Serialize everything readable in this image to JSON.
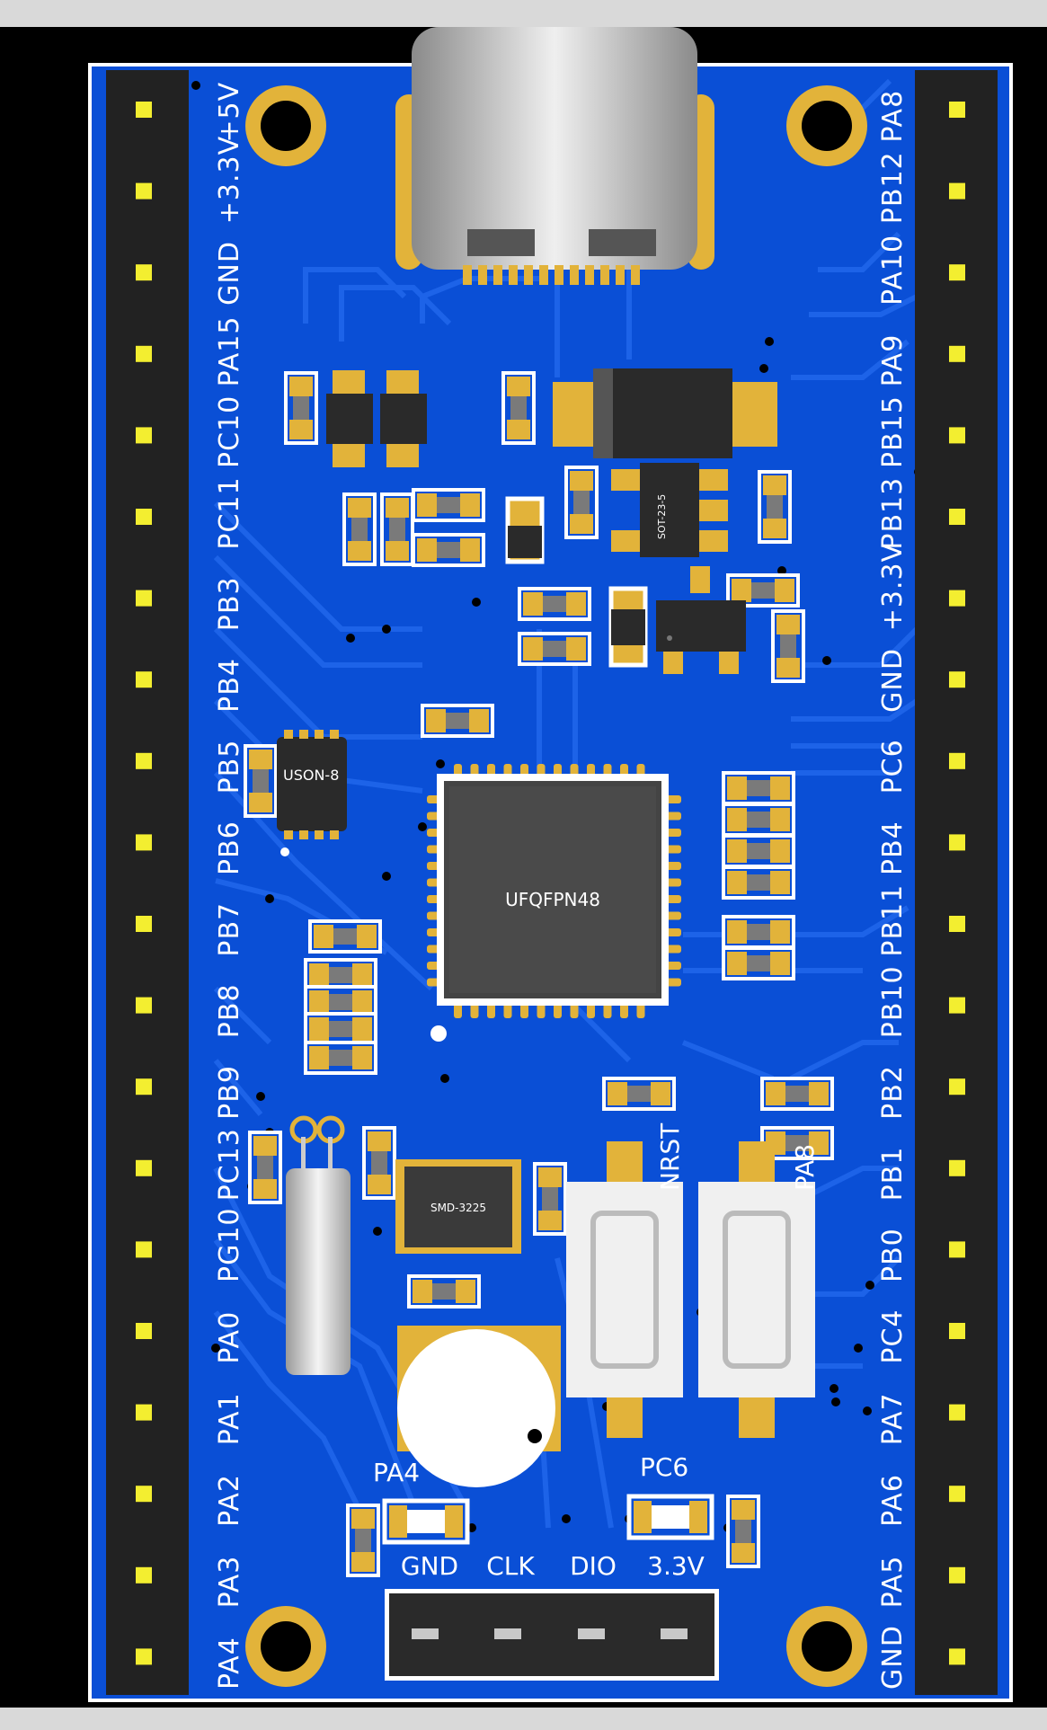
{
  "board": {
    "left_header_labels": [
      "+5V",
      "+3.3V",
      "GND",
      "PA15",
      "PC10",
      "PC11",
      "PB3",
      "PB4",
      "PB5",
      "PB6",
      "PB7",
      "PB8",
      "PB9",
      "PC13",
      "PG10",
      "PA0",
      "PA1",
      "PA2",
      "PA3",
      "PA4"
    ],
    "right_header_labels": [
      "PA8",
      "PB12",
      "PA10",
      "PA9",
      "PB15",
      "PB13",
      "+3.3V",
      "GND",
      "PC6",
      "PB4",
      "PB11",
      "PB10",
      "PB2",
      "PB1",
      "PB0",
      "PC4",
      "PA7",
      "PA6",
      "PA5",
      "GND"
    ],
    "mcu_label": "UFQFPN48",
    "flash_label": "USON-8",
    "crystal_label": "SMD-3225",
    "regulator_label": "SOT-23-5",
    "button_labels": [
      "NRST",
      "PA8"
    ],
    "led_labels": [
      "PA4",
      "PC6"
    ],
    "swd_labels": [
      "GND",
      "CLK",
      "DIO",
      "3.3V"
    ]
  },
  "colors": {
    "pcb": "#0a4fd6",
    "trace": "#1d63e8",
    "gold": "#e2b33a",
    "header": "#222222",
    "pad": "#f3ee30"
  }
}
